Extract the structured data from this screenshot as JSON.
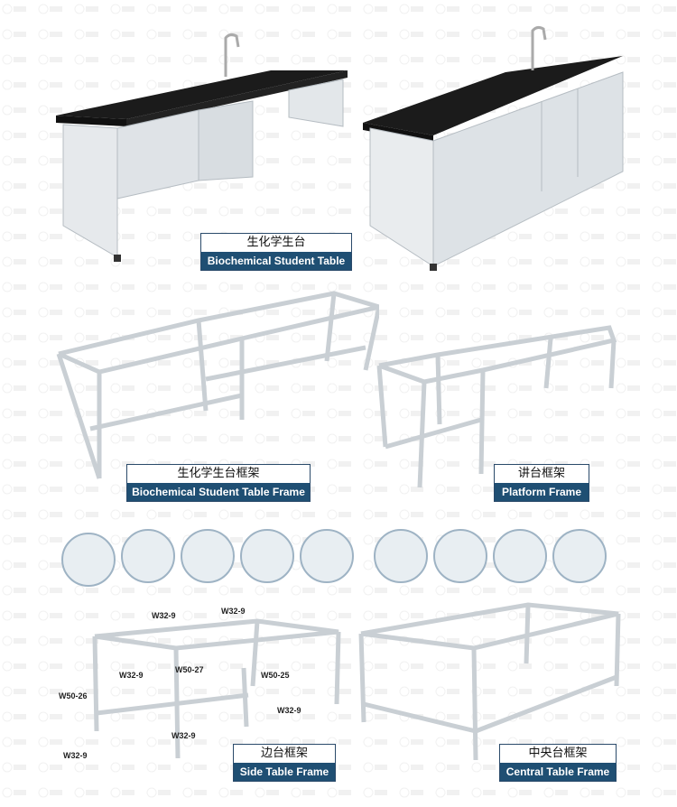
{
  "captions": {
    "biochem_table": {
      "zh": "生化学生台",
      "en": "Biochemical Student Table"
    },
    "biochem_frame": {
      "zh": "生化学生台框架",
      "en": "Biochemical Student Table Frame"
    },
    "platform_frame": {
      "zh": "讲台框架",
      "en": "Platform Frame"
    },
    "side_frame": {
      "zh": "边台框架",
      "en": "Side Table Frame"
    },
    "central_frame": {
      "zh": "中央台框架",
      "en": "Central Table Frame"
    }
  },
  "dimension_labels": {
    "l1": "W32-9",
    "l2": "W32-9",
    "l3": "W32-9",
    "l4": "W50-27",
    "l5": "W50-25",
    "l6": "W50-26",
    "l7": "W32-9",
    "l8": "W32-9",
    "l9": "W32-9"
  },
  "colors": {
    "caption_bg": "#1f4f73",
    "frame": "#c9cfd4",
    "top": "#1b1b1b"
  }
}
